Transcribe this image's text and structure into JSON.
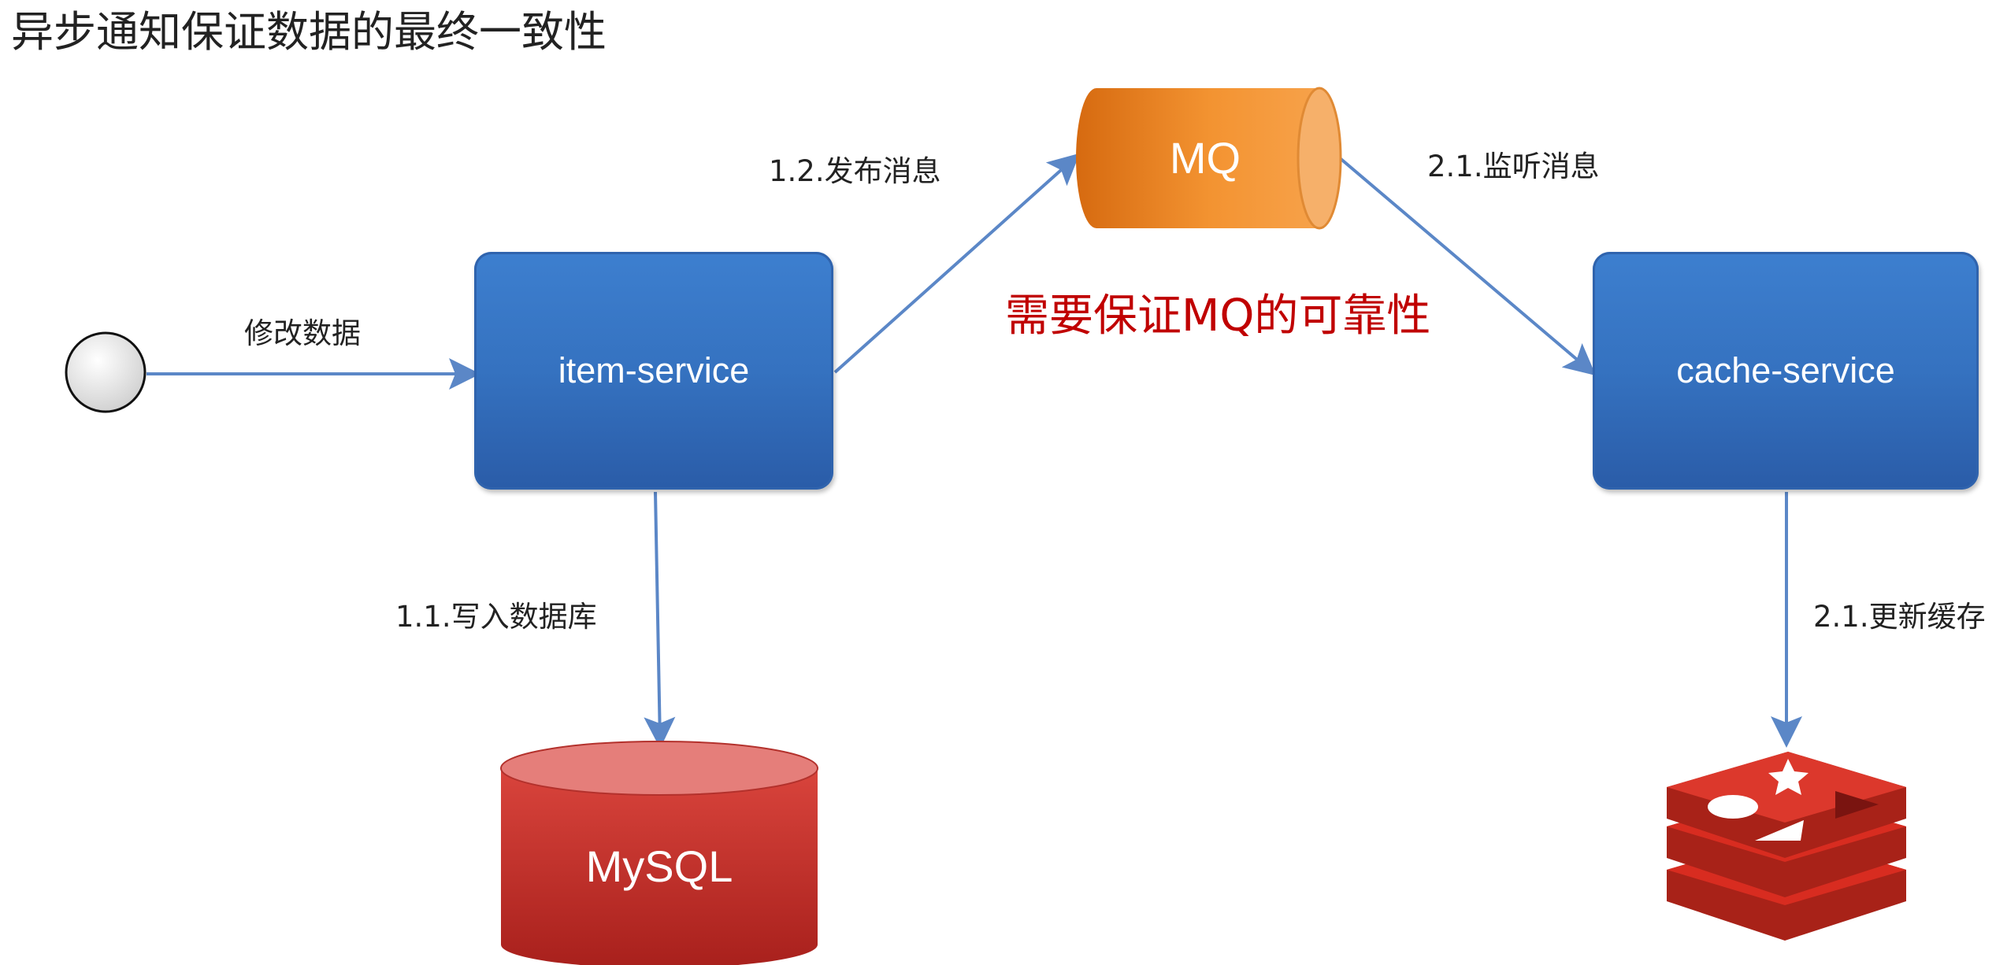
{
  "title": "异步通知保证数据的最终一致性",
  "nodes": {
    "item_service": "item-service",
    "cache_service": "cache-service",
    "mq": "MQ",
    "mysql": "MySQL"
  },
  "edges": {
    "modify_data": "修改数据",
    "publish": "1.2.发布消息",
    "write_db": "1.1.写入数据库",
    "listen": "2.1.监听消息",
    "update_cache": "2.1.更新缓存"
  },
  "note": "需要保证MQ的可靠性",
  "colors": {
    "service_box": "#3572c0",
    "arrow": "#5b87c7",
    "mq": "#f08a24",
    "mysql": "#c9302c",
    "redis": "#d82c20",
    "note": "#c00000"
  }
}
